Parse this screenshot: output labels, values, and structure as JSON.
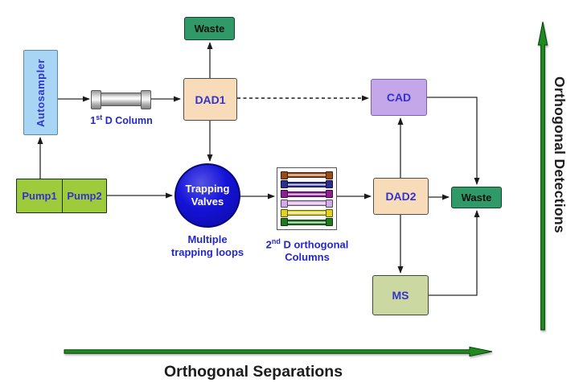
{
  "nodes": {
    "waste_top": {
      "label": "Waste"
    },
    "autosampler": {
      "label": "Autosampler"
    },
    "dad1": {
      "label": "DAD1"
    },
    "pump1": {
      "label": "Pump1"
    },
    "pump2": {
      "label": "Pump2"
    },
    "trapping_valves": {
      "line1": "Trapping",
      "line2": "Valves"
    },
    "cad": {
      "label": "CAD"
    },
    "dad2": {
      "label": "DAD2"
    },
    "waste_right": {
      "label": "Waste"
    },
    "ms": {
      "label": "MS"
    }
  },
  "captions": {
    "first_d_column": {
      "base": "1",
      "sup": "st",
      "rest": " D Column"
    },
    "multiple_loops": {
      "line1": "Multiple",
      "line2": "trapping loops"
    },
    "second_d_columns": {
      "base": "2",
      "sup": "nd",
      "rest": " D orthogonal",
      "line2": "Columns"
    }
  },
  "axes": {
    "x_label": "Orthogonal Separations",
    "y_label": "Orthogonal Detections"
  },
  "colors": {
    "waste_fill": "#2f9a68",
    "autosampler_fill": "#a9d5f5",
    "dad_fill": "#f8dcba",
    "pump_fill": "#9dcb3c",
    "valve_fill": "#1412d8",
    "cad_fill": "#c4a7e8",
    "ms_fill": "#ccd8a2",
    "label_blue": "#3333cc",
    "caption_blue": "#2428cc",
    "axis_green": "#1f8a1f",
    "axis_green_edge": "#0a3f0a",
    "connector": "#2b2b2b",
    "mini_columns": [
      "#9a4a12",
      "#2b3090",
      "#8e2090",
      "#d2aae8",
      "#e3d222",
      "#1e7c1e"
    ]
  }
}
